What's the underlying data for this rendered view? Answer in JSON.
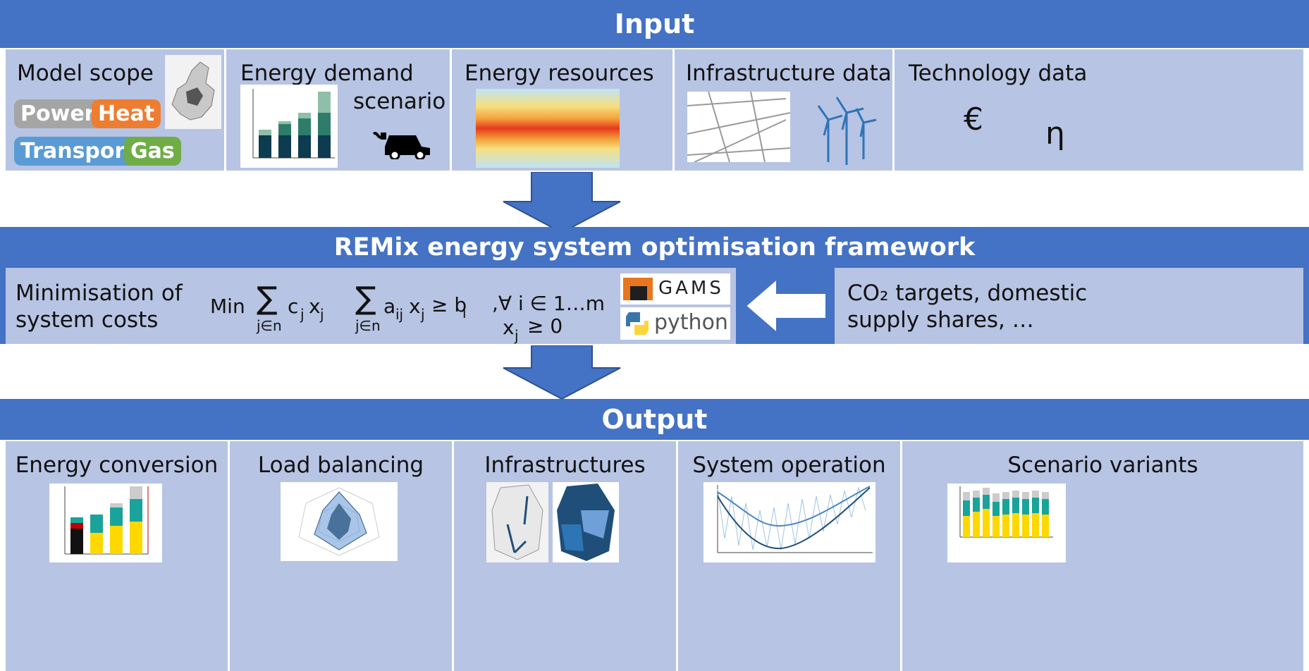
{
  "input": {
    "header": "Input",
    "model_scope": {
      "title": "Model scope",
      "tags": [
        "Power",
        "Heat",
        "Transport",
        "Gas"
      ]
    },
    "energy_demand": {
      "title_line1": "Energy demand",
      "title_line2": "scenario"
    },
    "energy_resources": {
      "title": "Energy resources"
    },
    "infrastructure": {
      "title": "Infrastructure data"
    },
    "technology": {
      "title": "Technology data",
      "symbol_cost": "€",
      "symbol_eff": "η"
    }
  },
  "framework": {
    "header": "REMix energy system optimisation framework",
    "objective_line1": "Minimisation of",
    "objective_line2": "system costs",
    "formula": {
      "min": "Min",
      "sigma": "∑",
      "obj_terms": "c",
      "obj_sub": "j",
      "obj_x": "x",
      "index_sub": "j∈n",
      "con_a": "a",
      "con_sub": "ij",
      "con_rhs": "≥ b",
      "con_rhs_sub": "i",
      "forall": ",∀ i ∈ 1…m",
      "nonneg": "≥ 0"
    },
    "tools": {
      "gams": "GAMS",
      "python": "python"
    },
    "constraints_line1": "CO₂ targets, domestic",
    "constraints_line2": "supply shares, …"
  },
  "output": {
    "header": "Output",
    "items": [
      "Energy conversion",
      "Load balancing",
      "Infrastructures",
      "System operation",
      "Scenario variants"
    ]
  },
  "colors": {
    "band": "#4472c4",
    "panel": "#b7c4e3",
    "power": "#a5a5a5",
    "heat": "#ed7d31",
    "transport": "#5b9bd5",
    "gas": "#70ad47"
  }
}
